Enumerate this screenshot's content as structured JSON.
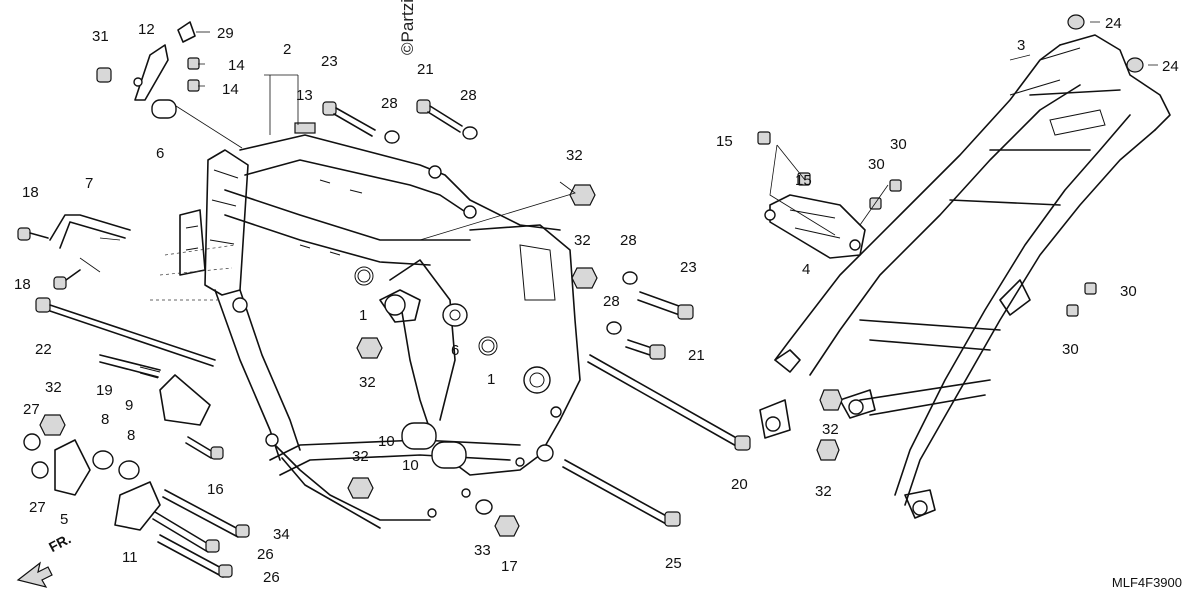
{
  "diagram": {
    "watermark": "©Partzilla",
    "diagram_code": "MLF4F3900",
    "front_indicator": "FR.",
    "callouts": [
      {
        "id": "c31",
        "text": "31"
      },
      {
        "id": "c12",
        "text": "12"
      },
      {
        "id": "c29",
        "text": "29"
      },
      {
        "id": "c14a",
        "text": "14"
      },
      {
        "id": "c14b",
        "text": "14"
      },
      {
        "id": "c2",
        "text": "2"
      },
      {
        "id": "c23a",
        "text": "23"
      },
      {
        "id": "c13",
        "text": "13"
      },
      {
        "id": "c21a",
        "text": "21"
      },
      {
        "id": "c28a",
        "text": "28"
      },
      {
        "id": "c28b",
        "text": "28"
      },
      {
        "id": "c6a",
        "text": "6"
      },
      {
        "id": "c32a",
        "text": "32"
      },
      {
        "id": "c18a",
        "text": "18"
      },
      {
        "id": "c7",
        "text": "7"
      },
      {
        "id": "c18b",
        "text": "18"
      },
      {
        "id": "c22",
        "text": "22"
      },
      {
        "id": "c32b",
        "text": "32"
      },
      {
        "id": "c19",
        "text": "19"
      },
      {
        "id": "c9",
        "text": "9"
      },
      {
        "id": "c27a",
        "text": "27"
      },
      {
        "id": "c8a",
        "text": "8"
      },
      {
        "id": "c8b",
        "text": "8"
      },
      {
        "id": "c27b",
        "text": "27"
      },
      {
        "id": "c5",
        "text": "5"
      },
      {
        "id": "c16",
        "text": "16"
      },
      {
        "id": "c11",
        "text": "11"
      },
      {
        "id": "c34",
        "text": "34"
      },
      {
        "id": "c26a",
        "text": "26"
      },
      {
        "id": "c26b",
        "text": "26"
      },
      {
        "id": "c1a",
        "text": "1"
      },
      {
        "id": "c32c",
        "text": "32"
      },
      {
        "id": "c6b",
        "text": "6"
      },
      {
        "id": "c1b",
        "text": "1"
      },
      {
        "id": "c10a",
        "text": "10"
      },
      {
        "id": "c10b",
        "text": "10"
      },
      {
        "id": "c32d",
        "text": "32"
      },
      {
        "id": "c33",
        "text": "33"
      },
      {
        "id": "c17",
        "text": "17"
      },
      {
        "id": "c25",
        "text": "25"
      },
      {
        "id": "c20",
        "text": "20"
      },
      {
        "id": "c32e",
        "text": "32"
      },
      {
        "id": "c28c",
        "text": "28"
      },
      {
        "id": "c23b",
        "text": "23"
      },
      {
        "id": "c28d",
        "text": "28"
      },
      {
        "id": "c21b",
        "text": "21"
      },
      {
        "id": "c15a",
        "text": "15"
      },
      {
        "id": "c15b",
        "text": "15"
      },
      {
        "id": "c4",
        "text": "4"
      },
      {
        "id": "c30a",
        "text": "30"
      },
      {
        "id": "c30b",
        "text": "30"
      },
      {
        "id": "c30c",
        "text": "30"
      },
      {
        "id": "c30d",
        "text": "30"
      },
      {
        "id": "c3",
        "text": "3"
      },
      {
        "id": "c24a",
        "text": "24"
      },
      {
        "id": "c24b",
        "text": "24"
      },
      {
        "id": "c32f",
        "text": "32"
      },
      {
        "id": "c32g",
        "text": "32"
      }
    ]
  }
}
